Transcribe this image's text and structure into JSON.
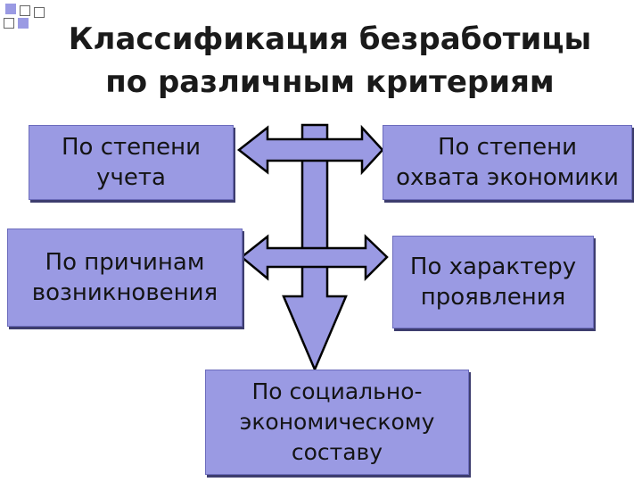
{
  "title": {
    "line1": "Классификация безработицы",
    "line2": "по различным критериям"
  },
  "boxes": {
    "top_left": "По степени\nучета",
    "top_right": "По степени\nохвата экономики",
    "mid_left": "По причинам\nвозникновения",
    "mid_right": "По характеру\nпроявления",
    "bottom": "По социально-\nэкономическому\nсоставу"
  },
  "colors": {
    "box_fill": "#9a9ae3",
    "arrow_fill": "#9a9ae3",
    "outline": "#000000"
  }
}
